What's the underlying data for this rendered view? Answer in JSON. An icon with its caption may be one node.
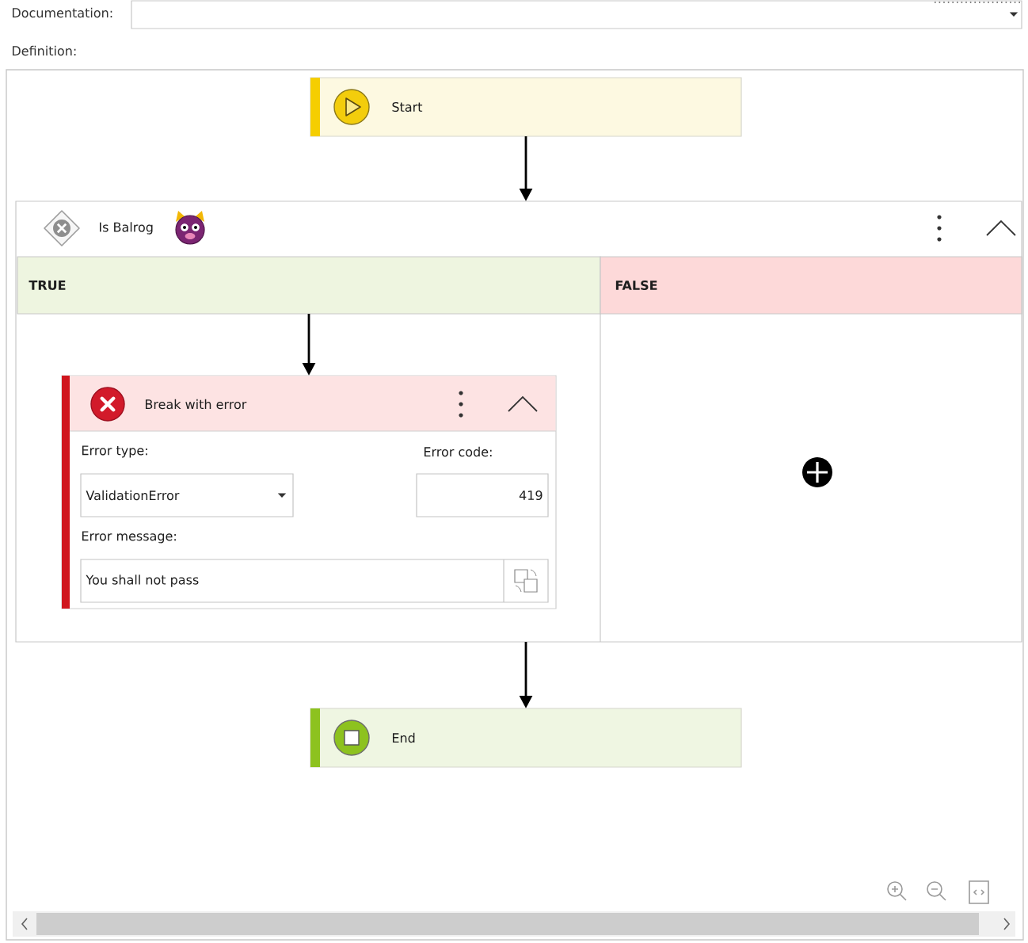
{
  "diagram": {
    "nodes": [
      {
        "text": [
          "Start"
        ]
      },
      {
        "text": [
          "Is Balrog"
        ]
      },
      {
        "text": [
          "TRUE"
        ],
        "in": 1
      },
      {
        "text": [
          "FALSE"
        ],
        "in": 1
      },
      {
        "text": [
          "Break with error"
        ],
        "in": 1
      },
      {
        "text": [
          "ValidationError"
        ],
        "beside": [
          "Error type:"
        ],
        "in": 4
      },
      {
        "text": [
          "419"
        ],
        "beside": [
          "Error code:"
        ],
        "in": 4
      },
      {
        "text": [
          "You shall not pass"
        ],
        "beside": [
          "Error message:"
        ],
        "in": 4
      },
      {
        "text": [
          "End"
        ]
      }
    ],
    "edges": [
      {
        "from": 0,
        "to": 1,
        "arrow": "to"
      },
      {
        "from": 2,
        "to": 4,
        "arrow": "to"
      },
      {
        "from": 1,
        "to": 8,
        "arrow": "to"
      }
    ],
    "labels": [
      "Documentation:",
      "Definition:"
    ]
  }
}
